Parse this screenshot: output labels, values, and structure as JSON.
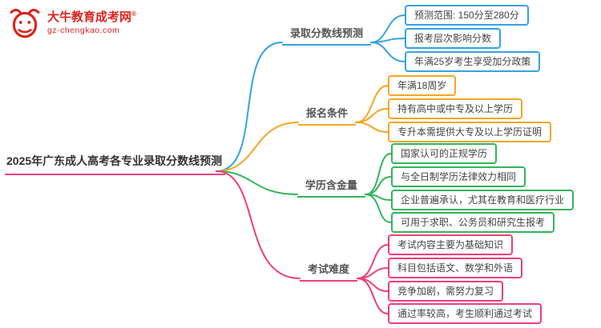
{
  "logo": {
    "name": "大牛教育成考网",
    "trademark": "®",
    "url": "gz-chengkao.com",
    "color": "#d9251f"
  },
  "root": {
    "title": "2025年广东成人高考各专业录取分数线预测"
  },
  "branches": [
    {
      "label": "录取分数线预测",
      "color": "#36a2e0",
      "children": [
        "预测范围: 150分至280分",
        "报考层次影响分数",
        "年满25岁考生享受加分政策"
      ]
    },
    {
      "label": "报名条件",
      "color": "#f5a623",
      "children": [
        "年满18周岁",
        "持有高中或中专及以上学历",
        "专升本需提供大专及以上学历证明"
      ]
    },
    {
      "label": "学历含金量",
      "color": "#33b45c",
      "children": [
        "国家认可的正规学历",
        "与全日制学历法律效力相同",
        "企业普遍承认，尤其在教育和医疗行业",
        "可用于求职、公务员和研究生报考"
      ]
    },
    {
      "label": "考试难度",
      "color": "#ed3f7c",
      "children": [
        "考试内容主要为基础知识",
        "科目包括语文、数学和外语",
        "竞争加剧，需努力复习",
        "通过率较高，考生顺利通过考试"
      ]
    }
  ]
}
